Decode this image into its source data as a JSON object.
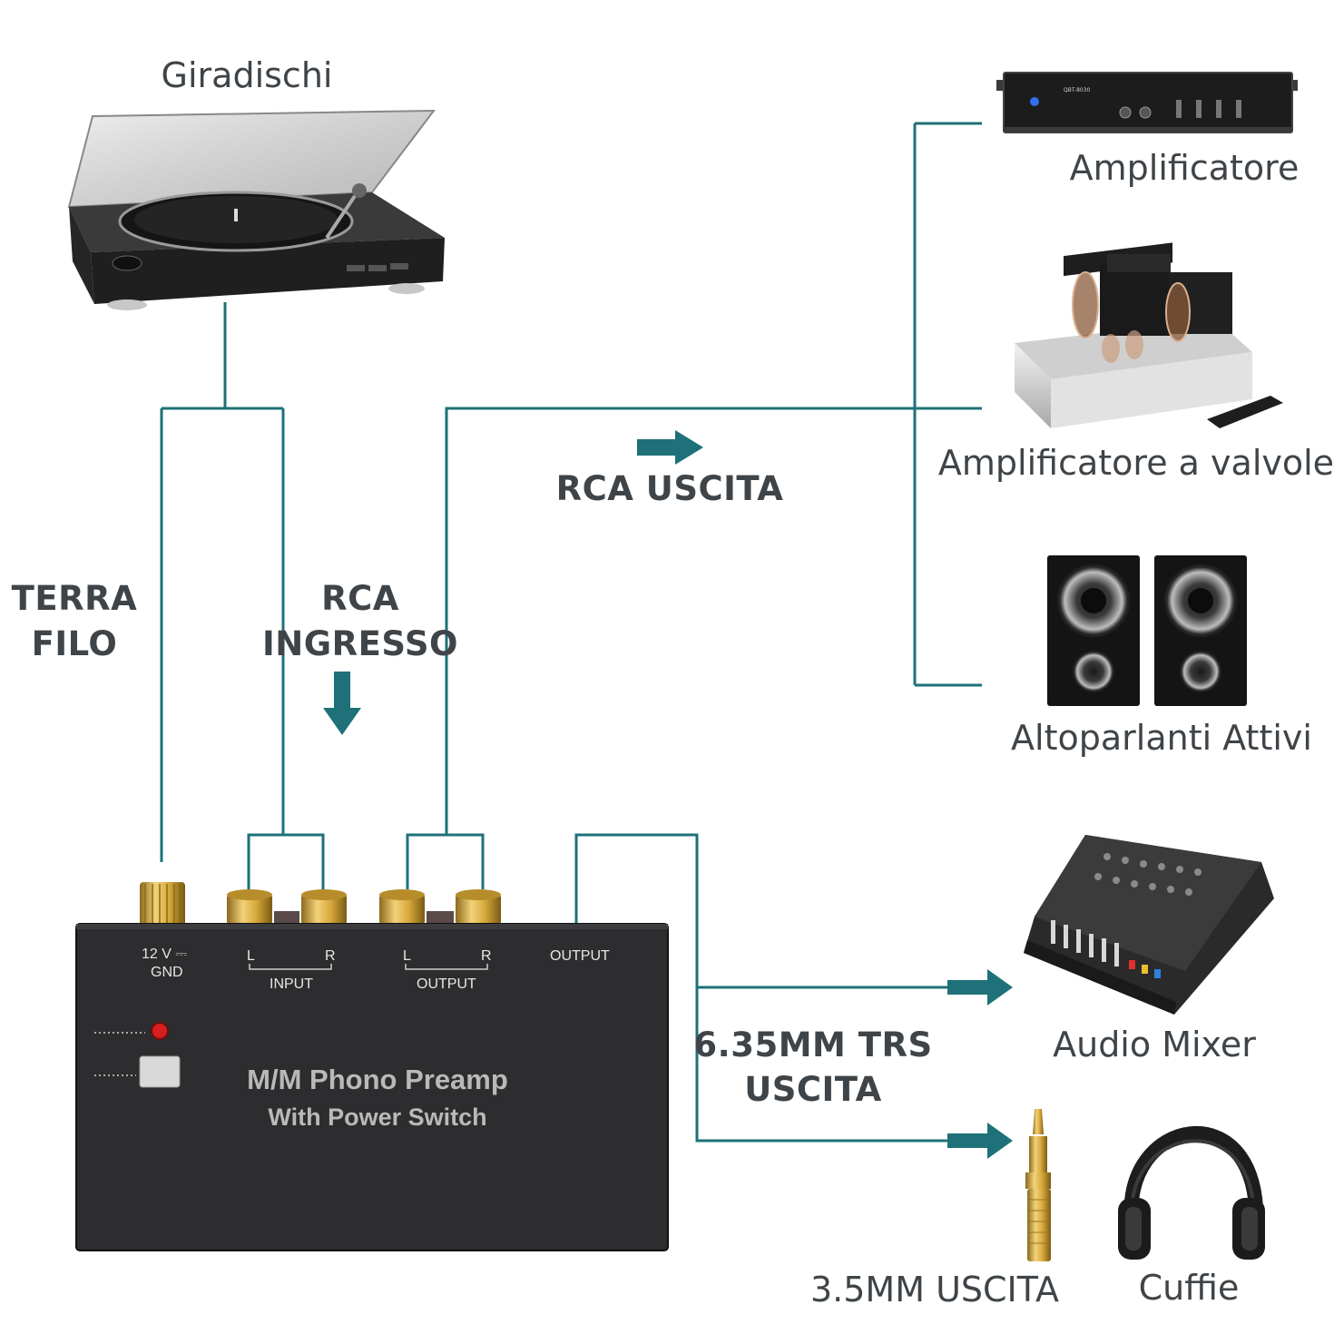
{
  "devices": {
    "turntable": "Giradischi",
    "amplifier": "Amplificatore",
    "tube_amplifier": "Amplificatore a valvole",
    "active_speakers": "Altoparlanti Attivi",
    "audio_mixer": "Audio Mixer",
    "headphones": "Cuffie"
  },
  "connections": {
    "ground_line1": "TERRA",
    "ground_line2": "FILO",
    "rca_in_line1": "RCA",
    "rca_in_line2": "INGRESSO",
    "rca_out": "RCA USCITA",
    "trs_line1": "6.35MM TRS",
    "trs_line2": "USCITA",
    "mini_out": "3.5MM USCITA"
  },
  "preamp": {
    "power_label": "12 V ⎓",
    "gnd_label": "GND",
    "left": "L",
    "right": "R",
    "input_label": "INPUT",
    "output_label": "OUTPUT",
    "trs_output_label": "OUTPUT",
    "title": "M/M Phono Preamp",
    "subtitle": "With Power Switch"
  },
  "amp_model": "QBT-8030",
  "colors": {
    "line": "#1e7178",
    "arrow": "#1e7178",
    "text": "#3f4448",
    "device_body": "#2b2b2b",
    "gold": "#d4a93a"
  },
  "icons": [
    "turntable-icon",
    "rack-amplifier-icon",
    "tube-amplifier-icon",
    "speaker-icon",
    "mixer-icon",
    "jack-plug-icon",
    "headphones-icon",
    "arrow-right-icon",
    "arrow-down-icon"
  ]
}
